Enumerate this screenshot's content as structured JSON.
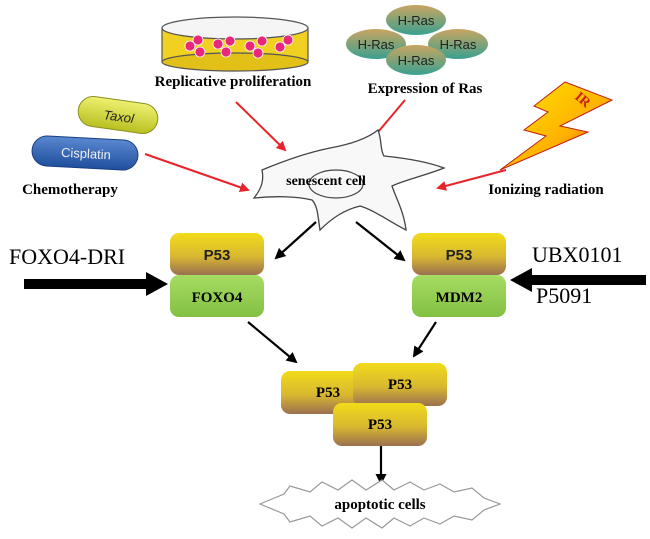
{
  "sources": {
    "replicative": "Replicative proliferation",
    "ras_expression": "Expression of Ras",
    "ras_label": "H-Ras",
    "chemotherapy": "Chemotherapy",
    "taxol": "Taxol",
    "cisplatin": "Cisplatin",
    "ionizing": "Ionizing radiation",
    "ir": "IR"
  },
  "center": {
    "senescent": "senescent cell"
  },
  "left_complex": {
    "top": "P53",
    "bottom": "FOXO4",
    "drug": "FOXO4-DRI"
  },
  "right_complex": {
    "top": "P53",
    "bottom": "MDM2",
    "drugs": [
      "UBX0101",
      "P5091"
    ]
  },
  "p53_cluster": [
    "P53",
    "P53",
    "P53"
  ],
  "outcome": "apoptotic cells",
  "colors": {
    "red_arrow": "#e8242a",
    "black_arrow": "#000000",
    "p53_top": "#ecd215",
    "p53_bottom": "#9a7050",
    "green_box": "#92d050",
    "petri_yellow": "#f0d020",
    "cell_dot": "#e8287c",
    "ras_teal": "#4aa79a",
    "taxol": "#d8e040",
    "cisplatin": "#2f5fb0",
    "lightning_yellow": "#ffd800",
    "lightning_red": "#e03010"
  }
}
